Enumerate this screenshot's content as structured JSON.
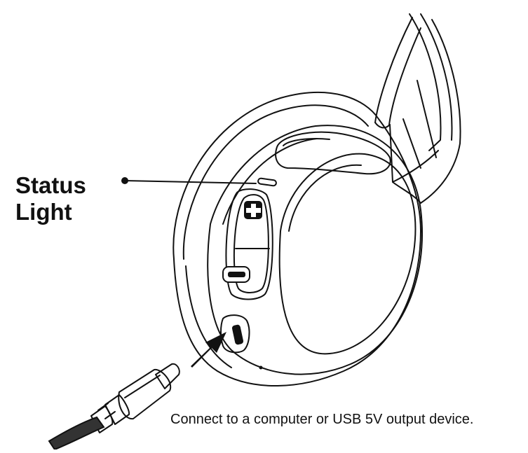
{
  "labels": {
    "status_line1": "Status",
    "status_line2": "Light",
    "caption": "Connect to a computer or USB 5V output device."
  },
  "colors": {
    "ink": "#111111",
    "background": "#ffffff"
  }
}
